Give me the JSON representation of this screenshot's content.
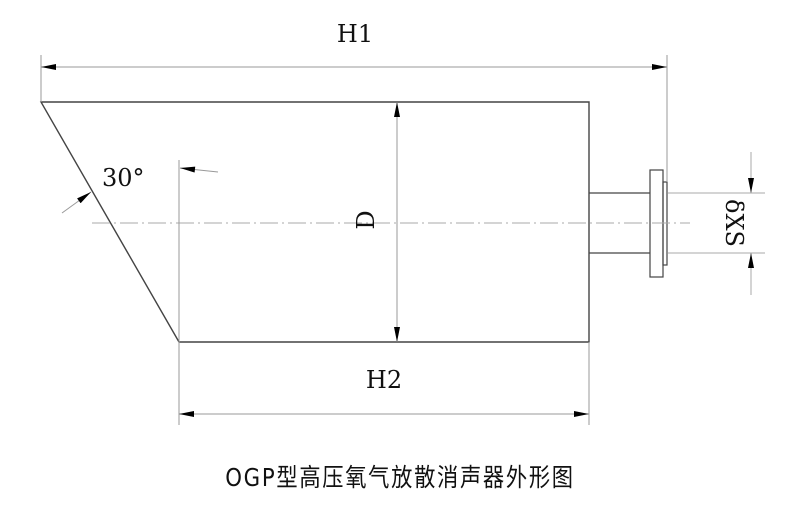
{
  "labels": {
    "overall_length": "H1",
    "body_length": "H2",
    "diameter": "D",
    "pipe_spec": "δXS",
    "angle": "30°"
  },
  "caption": "OGP型高压氧气放散消声器外形图"
}
